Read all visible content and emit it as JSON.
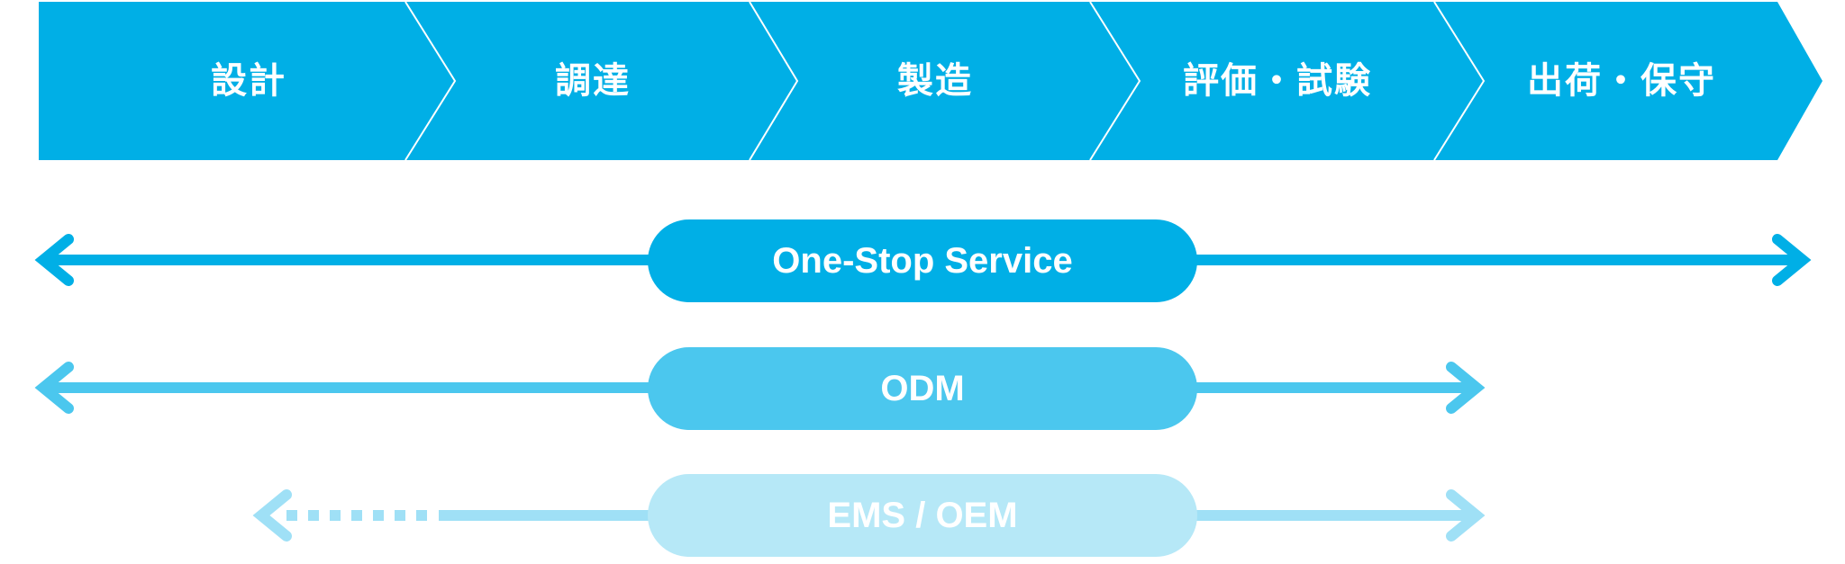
{
  "colors": {
    "band": "#00afe6",
    "one_stop": "#00afe6",
    "odm": "#4bc7ee",
    "ems_arrow": "#9fe0f6",
    "ems_pill": "#b6e8f7",
    "text": "#ffffff"
  },
  "process": {
    "stages": [
      {
        "label": "設計"
      },
      {
        "label": "調達"
      },
      {
        "label": "製造"
      },
      {
        "label": "評価・試験"
      },
      {
        "label": "出荷・保守"
      }
    ]
  },
  "services": [
    {
      "label": "One-Stop Service",
      "coverage": "設計 – 出荷・保守"
    },
    {
      "label": "ODM",
      "coverage": "設計 – 評価・試験"
    },
    {
      "label": "EMS / OEM",
      "coverage": "(調達) – 評価・試験"
    }
  ]
}
